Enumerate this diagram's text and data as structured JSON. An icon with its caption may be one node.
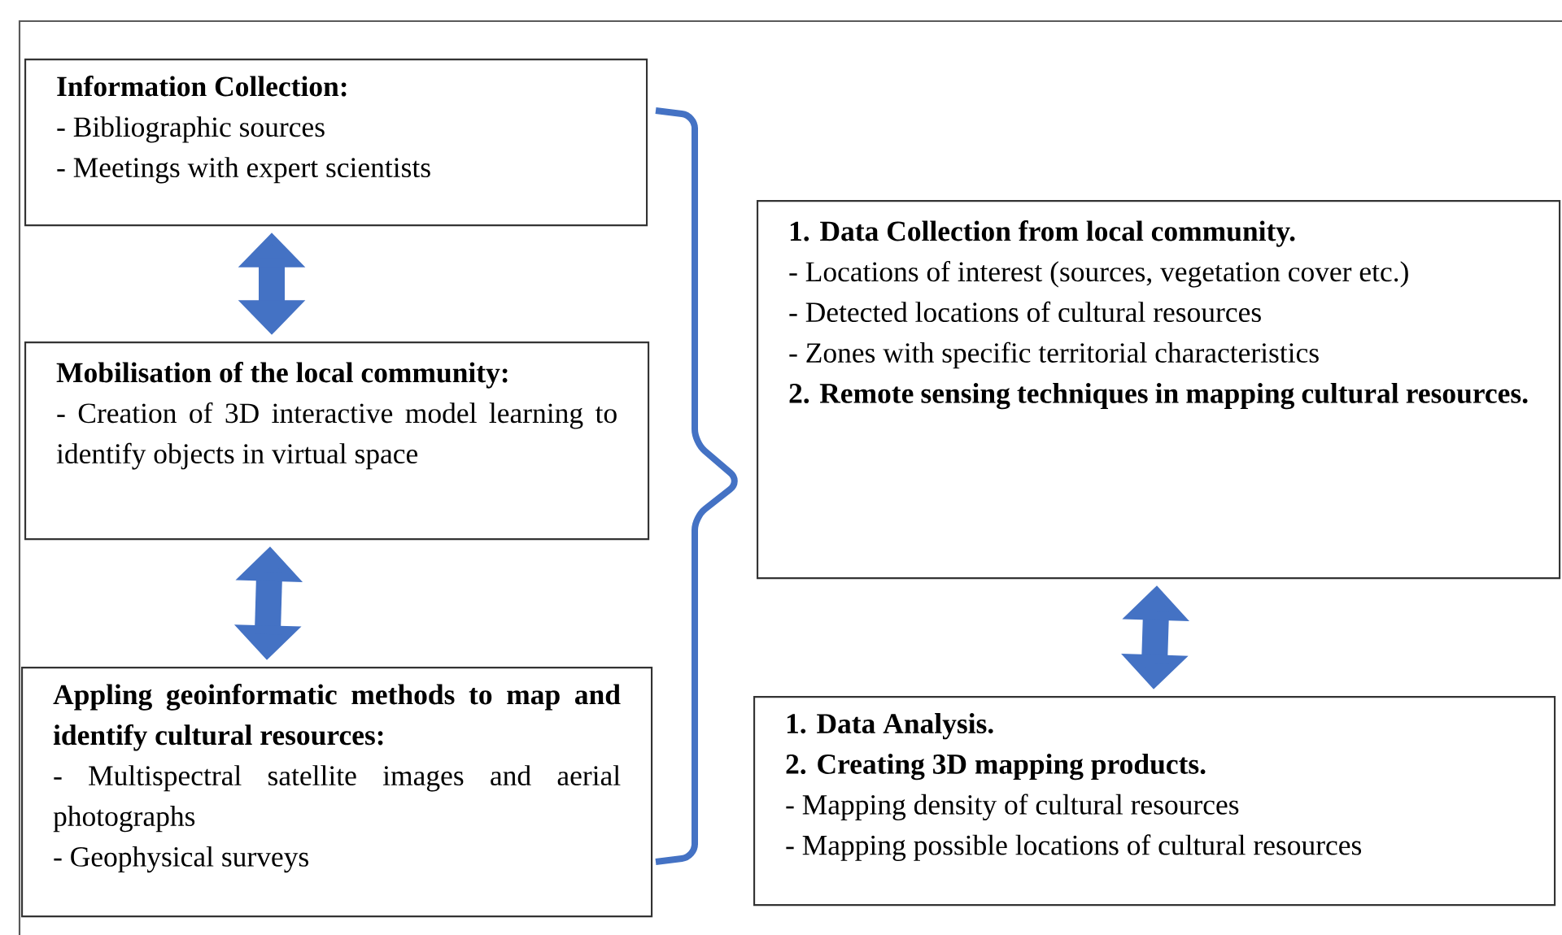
{
  "diagram": {
    "nodes": [
      {
        "text": [
          "Information Collection:",
          "- Bibliographic sources",
          "- Meetings with expert scientists"
        ]
      },
      {
        "text": [
          "Mobilisation of the local community:",
          "- Creation of 3D interactive model learning to identify objects in virtual space"
        ]
      },
      {
        "text": [
          "Appling geoinformatic methods to map and identify cultural resources:",
          "- Multispectral satellite images and aerial photographs",
          "- Geophysical surveys"
        ]
      },
      {
        "text": [
          "1. Data Collection from local community.",
          "- Locations of interest (sources, vegetation cover etc.)",
          "- Detected locations of cultural resources",
          "- Zones with specific territorial characteristics",
          "2. Remote sensing techniques in mapping cultural resources."
        ]
      },
      {
        "text": [
          "1. Data Analysis.",
          "2. Creating 3D mapping products.",
          "- Mapping density of cultural resources",
          "- Mapping possible locations of cultural resources"
        ]
      }
    ],
    "edges": [
      {
        "from": 0,
        "to": 1,
        "arrow": "both"
      },
      {
        "from": 1,
        "to": 2,
        "arrow": "both"
      },
      {
        "from": 3,
        "to": 4,
        "arrow": "both"
      }
    ]
  }
}
